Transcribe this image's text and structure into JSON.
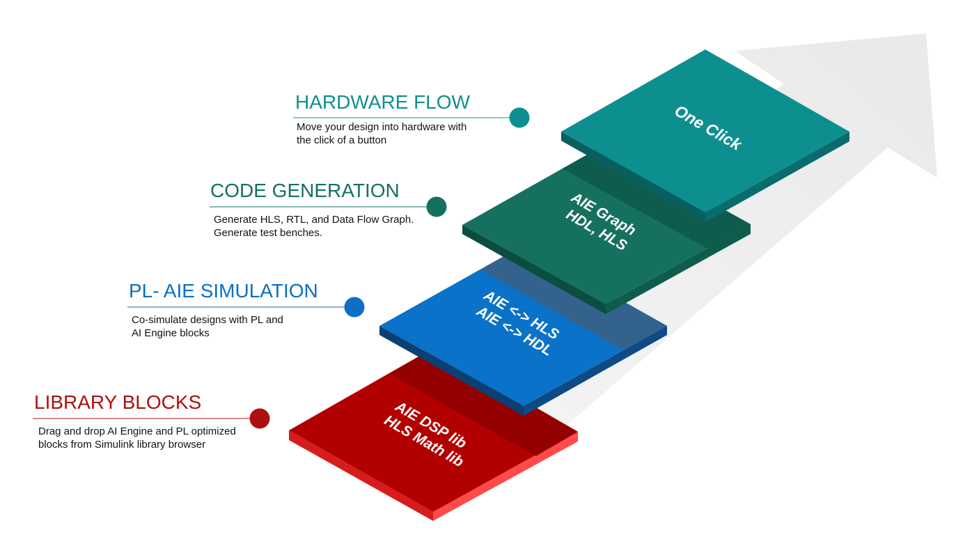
{
  "colors": {
    "arrow": "#eeeeee",
    "hardware": "#0e8f8f",
    "code": "#14705f",
    "simulation": "#0b6fc2",
    "library": "#ad1010"
  },
  "stages": [
    {
      "id": "hardware-flow",
      "heading": "HARDWARE FLOW",
      "description": [
        "Move your design into hardware with",
        "the click of a button"
      ],
      "slab_lines": [
        "One Click"
      ],
      "color": "#0e8f8f"
    },
    {
      "id": "code-generation",
      "heading": "CODE GENERATION",
      "description": [
        "Generate HLS, RTL, and Data Flow Graph.",
        "Generate test benches."
      ],
      "slab_lines": [
        "AIE Graph",
        "HDL, HLS"
      ],
      "color": "#14705f"
    },
    {
      "id": "pl-aie-simulation",
      "heading": "PL- AIE SIMULATION",
      "description": [
        "Co-simulate designs with PL and",
        "AI Engine blocks"
      ],
      "slab_lines": [
        "AIE <-> HLS",
        "AIE <-> HDL"
      ],
      "color": "#0b6fc2"
    },
    {
      "id": "library-blocks",
      "heading": "LIBRARY BLOCKS",
      "description": [
        "Drag and drop AI Engine and PL optimized",
        "blocks from Simulink library browser"
      ],
      "slab_lines": [
        "AIE DSP lib",
        "HLS Math lib"
      ],
      "color": "#ad1010"
    }
  ]
}
